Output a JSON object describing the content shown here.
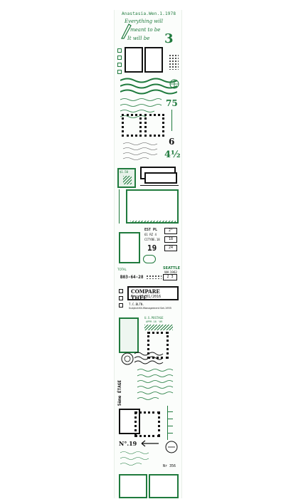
{
  "colors": {
    "green": "#1f7a3d",
    "black": "#111111",
    "background": "#ffffff"
  },
  "header": {
    "title": "Anastasia.Wen.1.1978",
    "script_line_1": "Everything will",
    "script_line_2": "meant to be",
    "script_line_3": "It will be",
    "big_number": "3"
  },
  "numbers": {
    "seventy_five": "75",
    "six": "6",
    "four_half": "4½",
    "nineteen": "19"
  },
  "stamp_price": "$1.50",
  "cards": {
    "est_pl": "EST PL",
    "code_a": "61 RZ 4",
    "city": "CITYBE.18",
    "grid_a": [
      "2¹",
      "18",
      "24"
    ],
    "total": "TOTAL",
    "seattle": "SEATTLE",
    "seattle_sub": "WA 1962",
    "ticket": "B03-64-28",
    "ticket_right": "2 3"
  },
  "compare": {
    "title": "COMPARE THEE",
    "date": "Fr. 01/01/2016"
  },
  "labels": {
    "tcbtn": "T.C.BLTN.",
    "subject": "Subject:Kit.Management Set.1955",
    "postage": "U.S.POSTAGE",
    "postage_sub": "APPR 18 '09",
    "etage": "5ème ÉTAGE",
    "number_ending": "N°.19",
    "nr": "Nr 356"
  }
}
